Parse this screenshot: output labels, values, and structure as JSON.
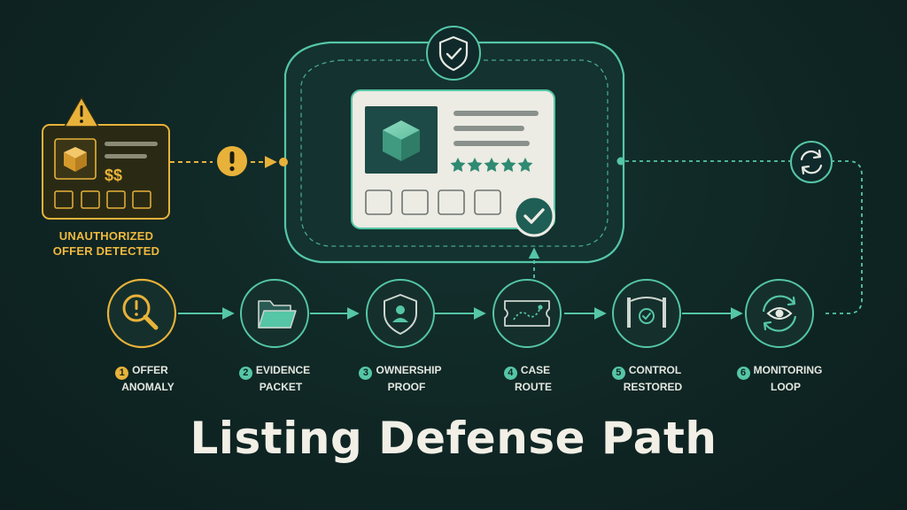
{
  "title": "Listing Defense Path",
  "alert": {
    "label_line1": "UNAUTHORIZED",
    "label_line2": "OFFER DETECTED",
    "price": "$$"
  },
  "steps": [
    {
      "number": "1",
      "line1": "OFFER",
      "line2": "ANOMALY",
      "icon": "magnifier-alert-icon"
    },
    {
      "number": "2",
      "line1": "EVIDENCE",
      "line2": "PACKET",
      "icon": "folder-icon"
    },
    {
      "number": "3",
      "line1": "OWNERSHIP",
      "line2": "PROOF",
      "icon": "shield-user-icon"
    },
    {
      "number": "4",
      "line1": "CASE",
      "line2": "ROUTE",
      "icon": "route-ticket-icon"
    },
    {
      "number": "5",
      "line1": "CONTROL",
      "line2": "RESTORED",
      "icon": "gate-check-icon"
    },
    {
      "number": "6",
      "line1": "MONITORING",
      "line2": "LOOP",
      "icon": "eye-cycle-icon"
    }
  ],
  "colors": {
    "background": "#0f2423",
    "teal": "#55c6a6",
    "amber": "#e8b23a",
    "card": "#ecebe4",
    "text": "#f1efe6"
  }
}
